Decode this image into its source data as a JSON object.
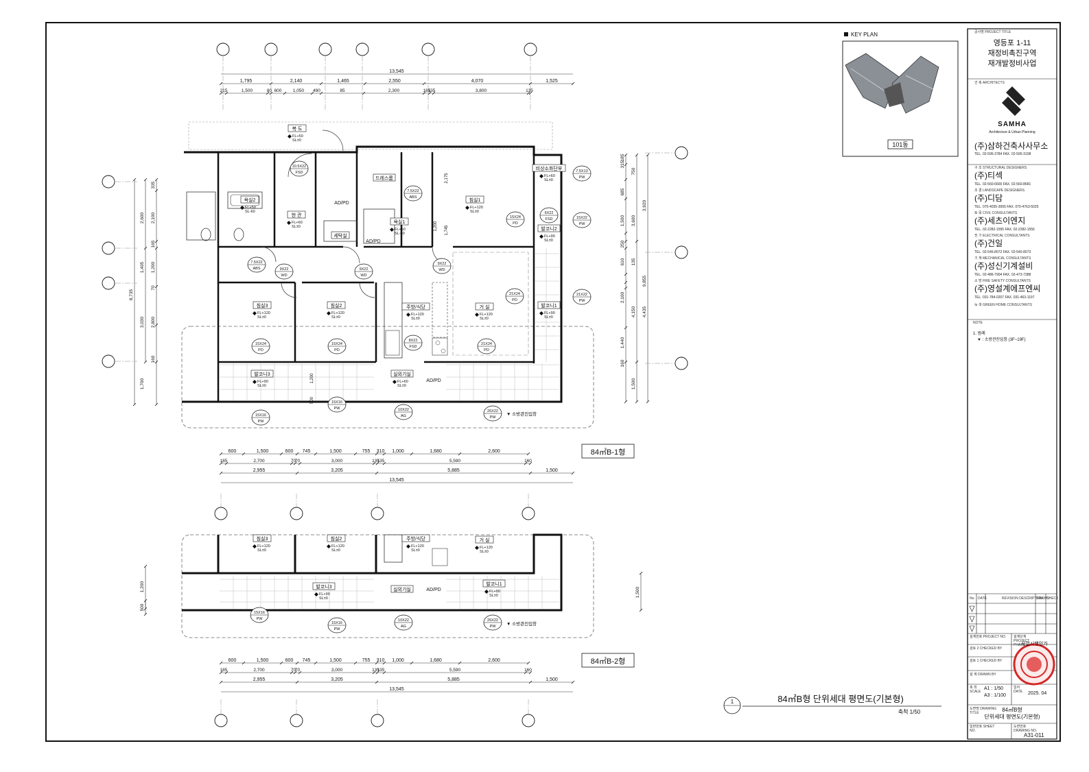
{
  "key_plan": {
    "label": "KEY PLAN",
    "building": "101동"
  },
  "project": {
    "caption": "공사명 PROJECT TITLE",
    "line1": "영등포 1-11",
    "line2": "재정비촉진구역",
    "line3": "재개발정비사업"
  },
  "architect": {
    "caption": "건 축 ARCHITECTS",
    "logo_text": "SAMHA",
    "logo_sub": "Architecture & Urban Planning",
    "name": "(주)삼하건축사사무소",
    "tel": "TEL. 02-595-3784   FAX. 02-595-3108"
  },
  "consultants": [
    {
      "caption": "구 조 STRUCTURAL DESIGNERS",
      "name": "(주)티섹",
      "tel": "TEL. 02-560-6600   FAX. 02-560-8681"
    },
    {
      "caption": "조 경 LANDSCAPE DESIGNERS",
      "name": "(주)디담",
      "tel": "TEL. 070-4035-3006   FAX. 070-4763-5025"
    },
    {
      "caption": "토 목 CIVIL CONSULTANTS",
      "name": "(주)세츠이엔지",
      "tel": "TEL. 02-2282-1555   FAX. 02-2282-1556"
    },
    {
      "caption": "전 기 ELECTRICAL CONSULTANTS",
      "name": "(주)건일",
      "tel": "TEL. 02-545-8072   FAX. 02-545-8073"
    },
    {
      "caption": "기 계 MECHANICAL CONSULTANTS",
      "name": "(주)성신기계설비",
      "tel": "TEL. 02-486-7904   FAX. 02-473-7388"
    },
    {
      "caption": "소 방 FIRE SAFETY CONSULTANTS",
      "name": "(주)영설계에프엔씨",
      "tel": "TEL. 031-784-0207   FAX. 031-463-1197"
    }
  ],
  "green_caption": "녹 색 GREEN HOME CONSULTANTS",
  "note": {
    "caption": "NOTE",
    "line1": "1. 범례",
    "line2": "▼ : 소방관진입창 (3F~19F)"
  },
  "revision": {
    "no": "No.",
    "date": "DATE",
    "desc": "REVISION DESCRIPTION",
    "drawn": "DRAWN",
    "check": "CHECK"
  },
  "title_block": {
    "project_no_label": "설계번호 PROJECT NO.",
    "phase_label": "설계단계 PROJECT PHASE",
    "phase": "사업시행인가",
    "checked_label": "검토 2 CHECKED BY",
    "checked2_label": "검토 1 CHECKED BY",
    "drawn_label": "설 계 DRAWN BY",
    "scale_label": "축 척 SCALE",
    "scale_a1": "A1 : 1/50",
    "scale_a3": "A3 : 1/100",
    "date_label": "일자 DATE",
    "date": "2025. 04",
    "title_label": "도면명 DRAWING TITLE",
    "title1": "84㎡B형",
    "title2": "단위세대 평면도(기본형)",
    "sheet_label": "일련번호 SHEET NO.",
    "drawing_no_label": "도면번호 DRAWING NO.",
    "drawing_no": "A31-011"
  },
  "drawing_title": {
    "number": "1",
    "title": "84㎡B형 단위세대 평면도(기본형)",
    "scale": "축척 1/50"
  },
  "type_labels": {
    "type1": "84㎡B-1형",
    "type2": "84㎡B-2형"
  },
  "plan": {
    "top_dims": {
      "total": "13,545",
      "row1": [
        "1,795",
        "2,140",
        "1,465",
        "2,550",
        "4,070",
        "1,525"
      ],
      "row2": [
        "215",
        "1,500",
        "80",
        "600",
        "1,050",
        "490",
        "85",
        "2,300",
        "165",
        "135",
        "3,800",
        "135"
      ]
    },
    "bottom_dims": {
      "row1": [
        "600",
        "1,500",
        "600",
        "745",
        "1,500",
        "755",
        "310",
        "1,000",
        "1,680",
        "2,600"
      ],
      "row2": [
        "185",
        "2,700",
        "70",
        "70",
        "3,000",
        "135",
        "135",
        "5,590",
        "160"
      ],
      "row3": [
        "2,955",
        "3,205",
        "5,885",
        "1,500"
      ],
      "total": "13,545"
    },
    "left_dims": [
      "335",
      "2,600",
      "2,100",
      "165",
      "1,405",
      "1,200",
      "70",
      "8,735",
      "3,030",
      "2,800",
      "160",
      "1,700"
    ],
    "right_dims": [
      "185",
      "315",
      "750",
      "685",
      "3,920",
      "1,500",
      "3,600",
      "250",
      "610",
      "135",
      "9,855",
      "2,100",
      "4,150",
      "4,435",
      "1,440",
      "160",
      "1,500"
    ],
    "rooms": [
      {
        "name": "복 도",
        "fl": "FL+50",
        "sl": "SL±0"
      },
      {
        "name": "현 관",
        "fl": "FL+60",
        "sl": "SL±0"
      },
      {
        "name": "욕실2",
        "fl": "FL+50",
        "sl": "SL-60"
      },
      {
        "name": "드레스룸"
      },
      {
        "name": "욕실1",
        "fl": "FL+50",
        "sl": "SL-60"
      },
      {
        "name": "세탁실"
      },
      {
        "name": "침실1",
        "fl": "FL+120",
        "sl": "SL±0"
      },
      {
        "name": "비상소화단부",
        "fl": "FL+60",
        "sl": "SL±0"
      },
      {
        "name": "발코니2",
        "fl": "FL+90",
        "sl": "SL±0"
      },
      {
        "name": "침실3",
        "fl": "FL+120",
        "sl": "SL±0"
      },
      {
        "name": "침실2",
        "fl": "FL+120",
        "sl": "SL±0"
      },
      {
        "name": "주방/식당",
        "fl": "FL+120",
        "sl": "SL±0"
      },
      {
        "name": "거 실",
        "fl": "FL+120",
        "sl": "SL±0"
      },
      {
        "name": "발코니1",
        "fl": "FL+90",
        "sl": "SL±0"
      },
      {
        "name": "발코니3",
        "fl": "FL+90",
        "sl": "SL±0"
      },
      {
        "name": "실외기실",
        "fl": "FL+60",
        "sl": "SL±0"
      }
    ],
    "plan2_rooms": [
      {
        "name": "침실3",
        "fl": "FL+120",
        "sl": "SL±0"
      },
      {
        "name": "침실2",
        "fl": "FL+120",
        "sl": "SL±0"
      },
      {
        "name": "주방/식당",
        "fl": "FL+120",
        "sl": "SL±0"
      },
      {
        "name": "거 실",
        "fl": "FL+120",
        "sl": "SL±0"
      },
      {
        "name": "발코니3",
        "fl": "FL+90",
        "sl": "SL±0"
      },
      {
        "name": "실외기실"
      },
      {
        "name": "발코니1",
        "fl": "FL+90",
        "sl": "SL±0"
      }
    ],
    "tags": [
      {
        "size": "10.5X22",
        "type": "FSD"
      },
      {
        "size": "7.5X22",
        "type": "ABS"
      },
      {
        "size": "7.5X13",
        "type": "PW"
      },
      {
        "size": "15X24",
        "type": "PD"
      },
      {
        "size": "6X22",
        "type": "FSD"
      },
      {
        "size": "15X22",
        "type": "PW"
      },
      {
        "size": "7.5X22",
        "type": "ABS"
      },
      {
        "size": "9X22",
        "type": "WD"
      },
      {
        "size": "9X22",
        "type": "WD"
      },
      {
        "size": "9X22",
        "type": "WD"
      },
      {
        "size": "21X24",
        "type": "PD"
      },
      {
        "size": "21X22",
        "type": "PW"
      },
      {
        "size": "15X24",
        "type": "PD"
      },
      {
        "size": "15X24",
        "type": "PD"
      },
      {
        "size": "8X22",
        "type": "FSD"
      },
      {
        "size": "21X24",
        "type": "PD"
      },
      {
        "size": "15X16",
        "type": "PW"
      },
      {
        "size": "15X16",
        "type": "PW"
      },
      {
        "size": "10X22",
        "type": "AG"
      },
      {
        "size": "26X22",
        "type": "PW"
      }
    ],
    "plan2_tags": [
      {
        "size": "15X16",
        "type": "PW"
      },
      {
        "size": "15X16",
        "type": "PW"
      },
      {
        "size": "10X22",
        "type": "AG"
      },
      {
        "size": "26X22",
        "type": "PW"
      }
    ],
    "ad_pd": "AD/PD",
    "fire_label": "▼ 소방관진입창",
    "plan2_dims": [
      "1,200",
      "500",
      "1,500"
    ],
    "plan1_small_dims": [
      "1,200",
      "500",
      "1,745",
      "1,200",
      "2,175"
    ]
  }
}
